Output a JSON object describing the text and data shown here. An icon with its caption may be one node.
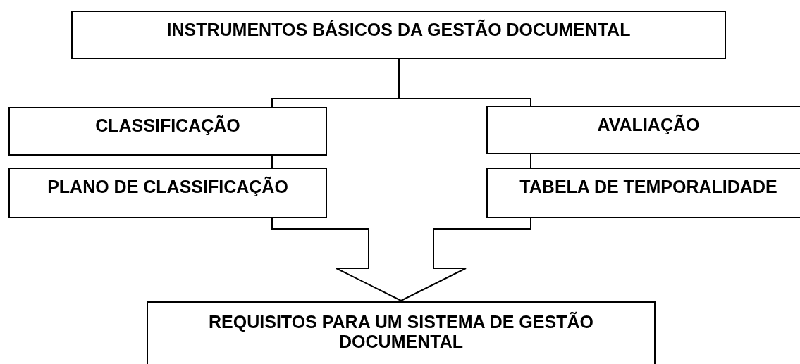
{
  "diagram": {
    "nodes": [
      {
        "text": [
          "INSTRUMENTOS BÁSICOS DA GESTÃO DOCUMENTAL"
        ]
      },
      {
        "text": [
          "CLASSIFICAÇÃO"
        ]
      },
      {
        "text": [
          "AVALIAÇÃO"
        ]
      },
      {
        "text": [
          "PLANO DE CLASSIFICAÇÃO"
        ]
      },
      {
        "text": [
          "TABELA DE TEMPORALIDADE"
        ]
      },
      {
        "text": [
          "REQUISITOS PARA UM SISTEMA DE GESTÃO DOCUMENTAL"
        ]
      }
    ],
    "edges": [
      {
        "from": 0,
        "to": 1,
        "arrow": "none"
      },
      {
        "from": 0,
        "to": 2,
        "arrow": "none"
      },
      {
        "from": 1,
        "to": 3,
        "arrow": "none"
      },
      {
        "from": 2,
        "to": 4,
        "arrow": "none"
      },
      {
        "from": 3,
        "to": 5,
        "arrow": "to"
      },
      {
        "from": 4,
        "to": 5,
        "arrow": "to"
      }
    ]
  }
}
